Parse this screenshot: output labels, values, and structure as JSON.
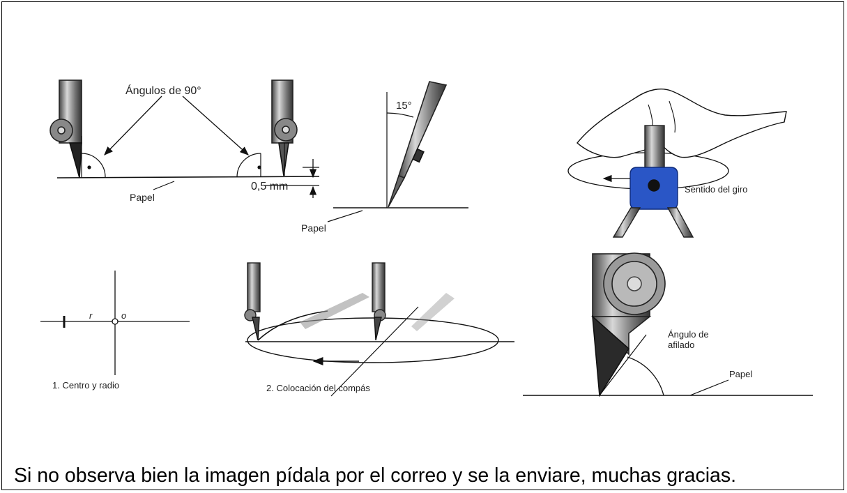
{
  "labels": {
    "angulos_90": "Ángulos de 90°",
    "papel_1": "Papel",
    "mm": "0,5 mm",
    "deg15": "15°",
    "papel_2": "Papel",
    "sentido": "Sentido del giro",
    "r": "r",
    "o": "o",
    "centro": "1.  Centro y radio",
    "colocacion": "2.  Colocación del compás",
    "angulo_afilado": "Ángulo de\nafilado",
    "papel_3": "Papel"
  },
  "caption": "Si no observa bien la imagen pídala por el correo y se la enviare, muchas gracias.",
  "colors": {
    "compass_handle": "#2a56c6",
    "ink": "#111111",
    "metal": "#8a8a8a"
  }
}
